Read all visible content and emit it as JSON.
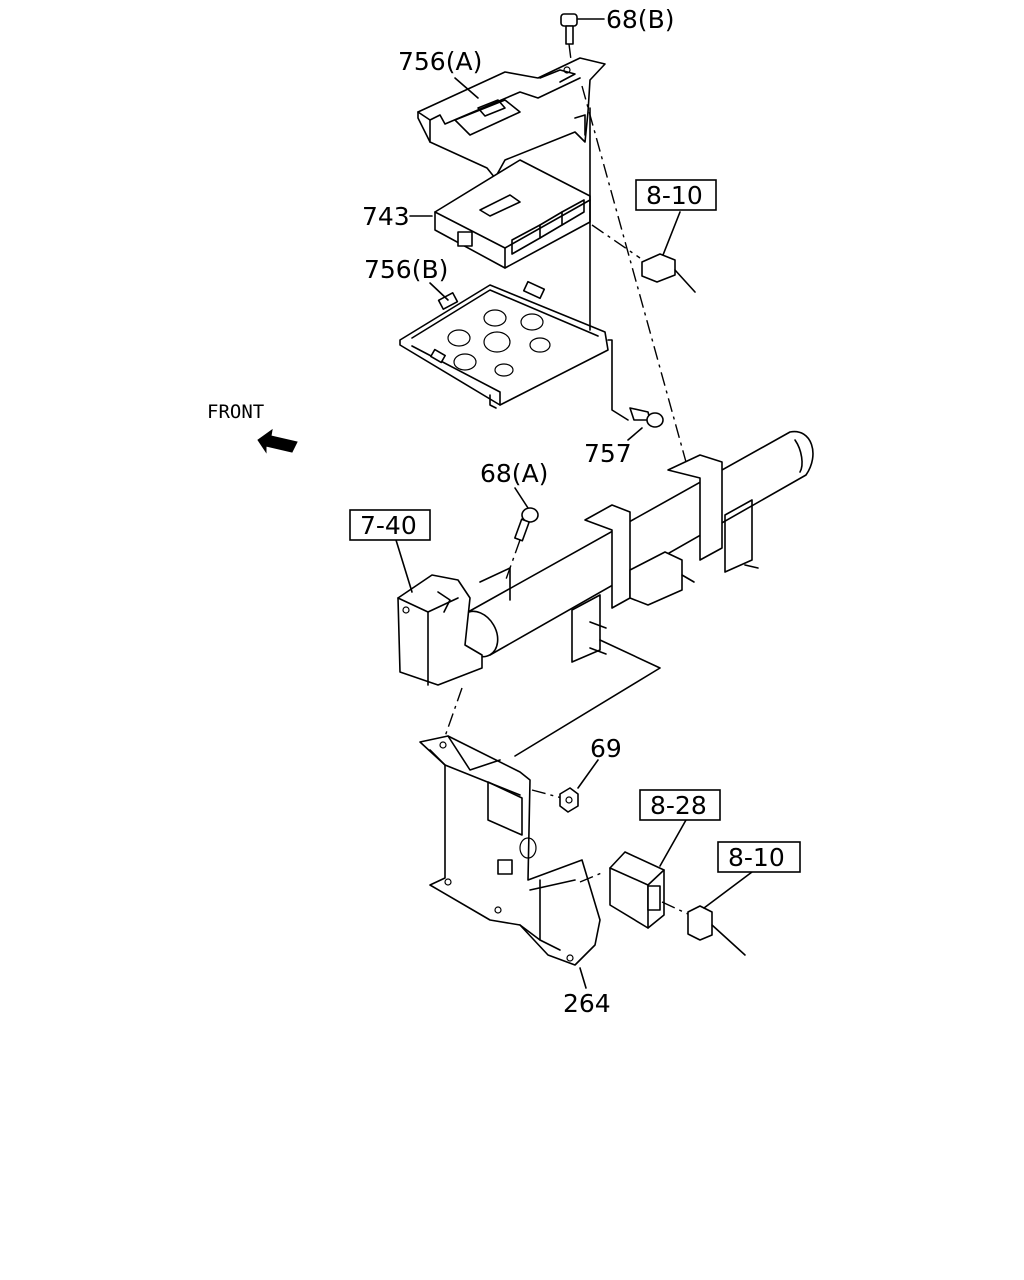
{
  "diagram": {
    "direction_label": "FRONT",
    "callouts": {
      "p68b": "68(B)",
      "p756a": "756(A)",
      "p743": "743",
      "p756b": "756(B)",
      "p757": "757",
      "p68a": "68(A)",
      "p69": "69",
      "p264": "264"
    },
    "reference_boxes": {
      "ref_8_10_top": "8-10",
      "ref_7_40": "7-40",
      "ref_8_28": "8-28",
      "ref_8_10_bottom": "8-10"
    }
  }
}
